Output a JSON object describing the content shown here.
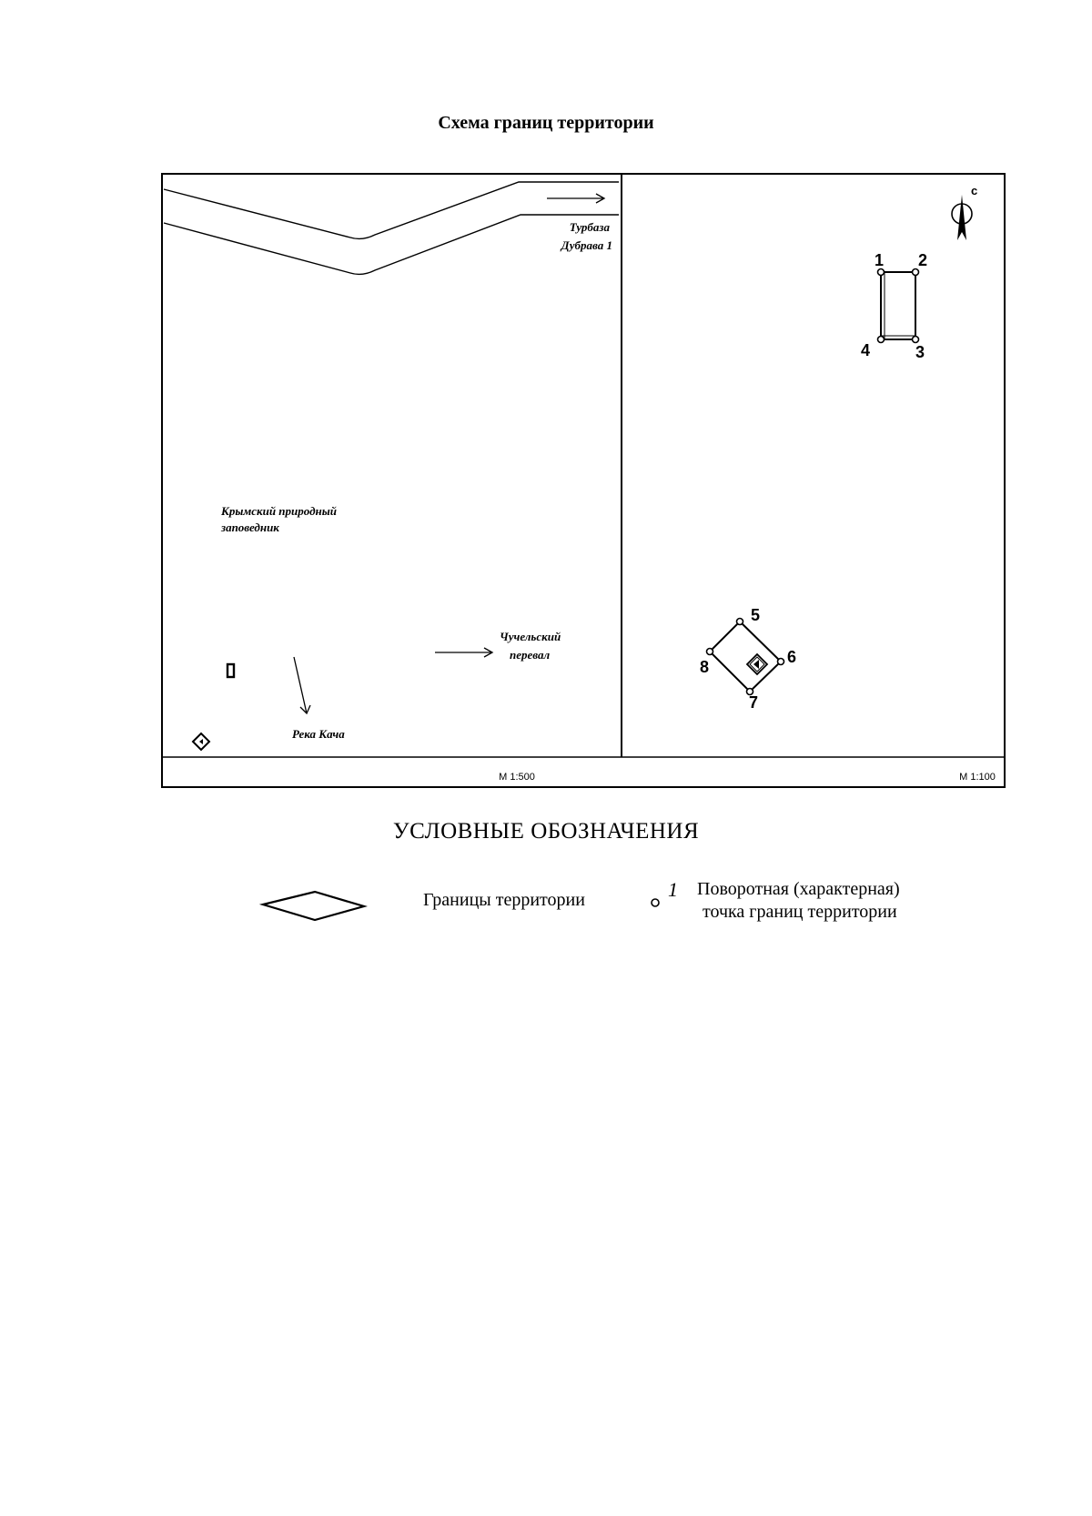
{
  "title": "Схема границ территории",
  "map": {
    "left_panel": {
      "scale": "M 1:500",
      "labels": {
        "turbaza_line1": "Турбаза",
        "turbaza_line2": "Дубрава 1",
        "reserve_line1": "Крымский природный",
        "reserve_line2": "заповедник",
        "pass_line1": "Чучельский",
        "pass_line2": "перевал",
        "river": "Река Кача"
      }
    },
    "right_panel": {
      "scale": "M 1:100",
      "north_letter": "с",
      "vertex_labels": [
        "1",
        "2",
        "3",
        "4",
        "5",
        "6",
        "7",
        "8"
      ]
    }
  },
  "legend": {
    "heading": "УСЛОВНЫЕ ОБОЗНАЧЕНИЯ",
    "boundary": "Границы территории",
    "point_marker_number": "1",
    "point_line1": "Поворотная (характерная)",
    "point_line2": "точка границ территории"
  },
  "colors": {
    "ink": "#000000",
    "paper": "#ffffff"
  }
}
